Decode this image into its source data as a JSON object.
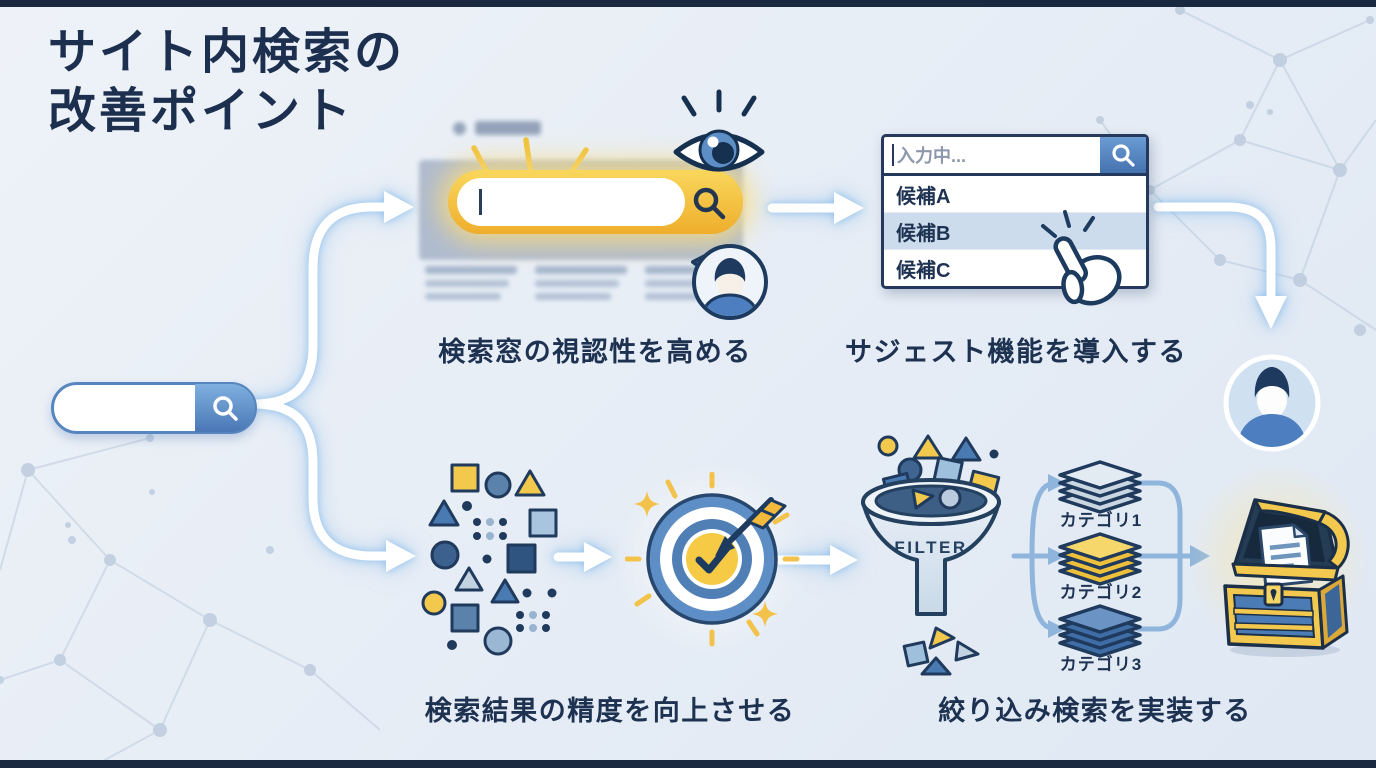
{
  "title": {
    "line1": "サイト内検索の",
    "line2": "改善ポイント"
  },
  "captions": {
    "top_step1": "検索窓の視認性を高める",
    "top_step2": "サジェスト機能を導入する",
    "bottom_step1": "検索結果の精度を向上させる",
    "bottom_step2": "絞り込み検索を実装する"
  },
  "suggest_box": {
    "input_text": "入力中...",
    "items": [
      {
        "label": "候補A",
        "highlighted": false
      },
      {
        "label": "候補B",
        "highlighted": true
      },
      {
        "label": "候補C",
        "highlighted": false
      }
    ]
  },
  "funnel": {
    "label": "FILTER"
  },
  "categories": [
    {
      "label": "カテゴリ1",
      "color": "#dde6ee"
    },
    {
      "label": "カテゴリ2",
      "color": "#f2c94c"
    },
    {
      "label": "カテゴリ3",
      "color": "#4a7ab2"
    }
  ],
  "icons": {
    "search": "magnifier-search-icon",
    "eye": "eye-visibility-icon",
    "speech_user": "user-in-speech-bubble-icon",
    "hand": "tap-hand-cursor-icon",
    "user": "user-avatar-icon",
    "target": "target-with-arrow-check-icon",
    "funnel": "filter-funnel-icon",
    "layers": "stacked-layers-icon",
    "chest": "treasure-chest-document-icon"
  },
  "colors": {
    "background": "#e8eef6",
    "edge_bar": "#1a2840",
    "title_text": "#1c2f4e",
    "caption_text": "#1d3151",
    "accent_yellow": "#f2c041",
    "accent_blue": "#4d7fc0",
    "navy_outline": "#1d3a5f",
    "suggest_highlight_row": "#ccdcec",
    "arrow_white": "#ffffff",
    "connector_blue": "#8fb5dc"
  }
}
